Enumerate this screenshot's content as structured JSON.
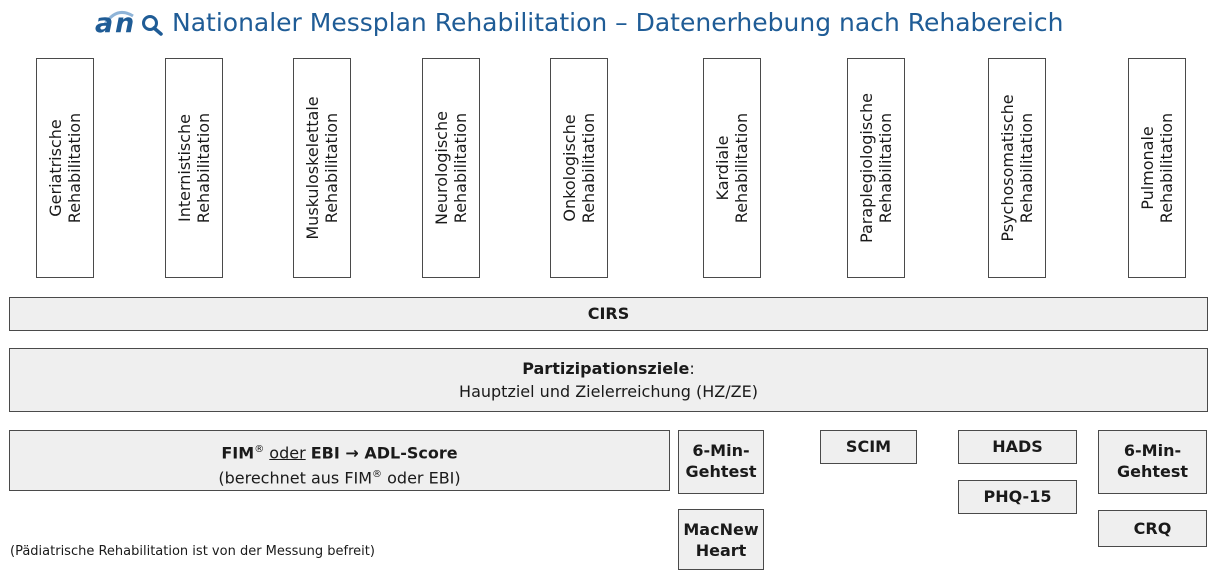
{
  "header": {
    "logo_text_a": "a",
    "logo_text_n": "n",
    "title": "Nationaler Messplan Rehabilitation – Datenerhebung nach Rehabereich"
  },
  "areas": [
    {
      "line1": "Geriatrische",
      "line2": "Rehabilitation"
    },
    {
      "line1": "Internistische",
      "line2": "Rehabilitation"
    },
    {
      "line1": "Muskuloskelettale",
      "line2": "Rehabilitation"
    },
    {
      "line1": "Neurologische",
      "line2": "Rehabilitation"
    },
    {
      "line1": "Onkologische",
      "line2": "Rehabilitation"
    },
    {
      "line1": "Kardiale",
      "line2": "Rehabilitation"
    },
    {
      "line1": "Paraplegiologische",
      "line2": "Rehabilitation"
    },
    {
      "line1": "Psychosomatische",
      "line2": "Rehabilitation"
    },
    {
      "line1": "Pulmonale",
      "line2": "Rehabilitation"
    }
  ],
  "cirs": "CIRS",
  "participation": {
    "heading": "Partizipationsziele",
    "colon": ":",
    "line2": "Hauptziel und Zielerreichung (HZ/ZE)"
  },
  "fim": {
    "fim": "FIM",
    "reg": "®",
    "oder": "oder",
    "ebi_arrow": "EBI → ADL-Score",
    "sub_pre": "(berechnet aus FIM",
    "sub_reg": "®",
    "sub_post": " oder EBI)"
  },
  "instruments": {
    "kardial_gehtest_l1": "6-Min-",
    "kardial_gehtest_l2": "Gehtest",
    "macnew_l1": "MacNew",
    "macnew_l2": "Heart",
    "scim": "SCIM",
    "hads": "HADS",
    "phq": "PHQ-15",
    "pulm_gehtest_l1": "6-Min-",
    "pulm_gehtest_l2": "Gehtest",
    "crq": "CRQ"
  },
  "footnote": "(Pädiatrische Rehabilitation ist von der Messung befreit)",
  "colors": {
    "brand": "#1f5c96",
    "box_fill": "#efefef",
    "border": "#4a4a4a"
  }
}
